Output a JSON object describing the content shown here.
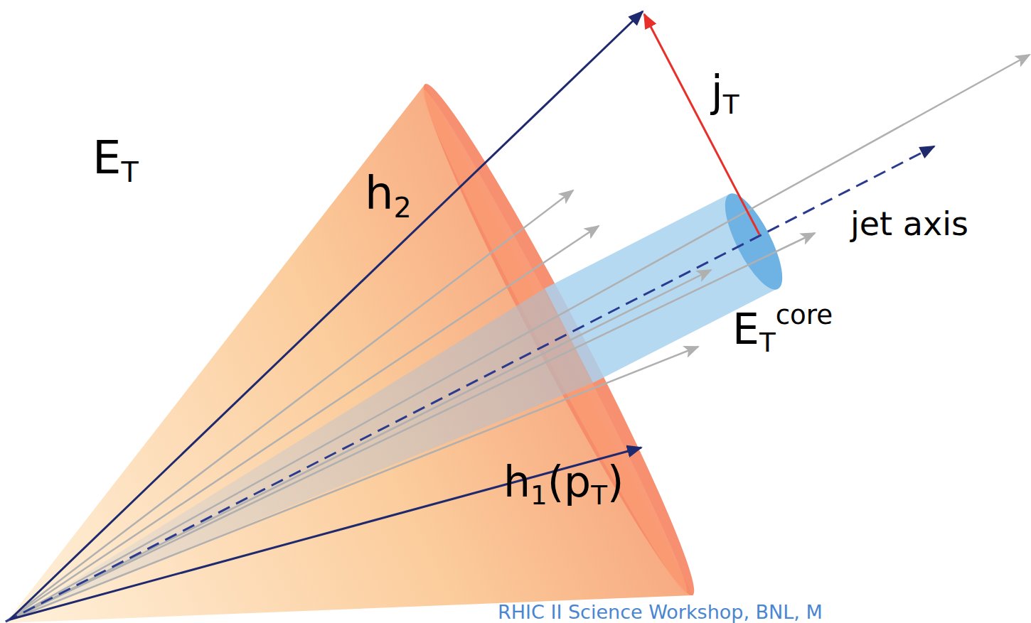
{
  "diagram": {
    "labels": [
      "h2",
      "jT",
      "jet axis",
      "ET",
      "ETcore",
      "h1(pT)",
      "RHIC II Science Workshop, BNL, M"
    ]
  }
}
